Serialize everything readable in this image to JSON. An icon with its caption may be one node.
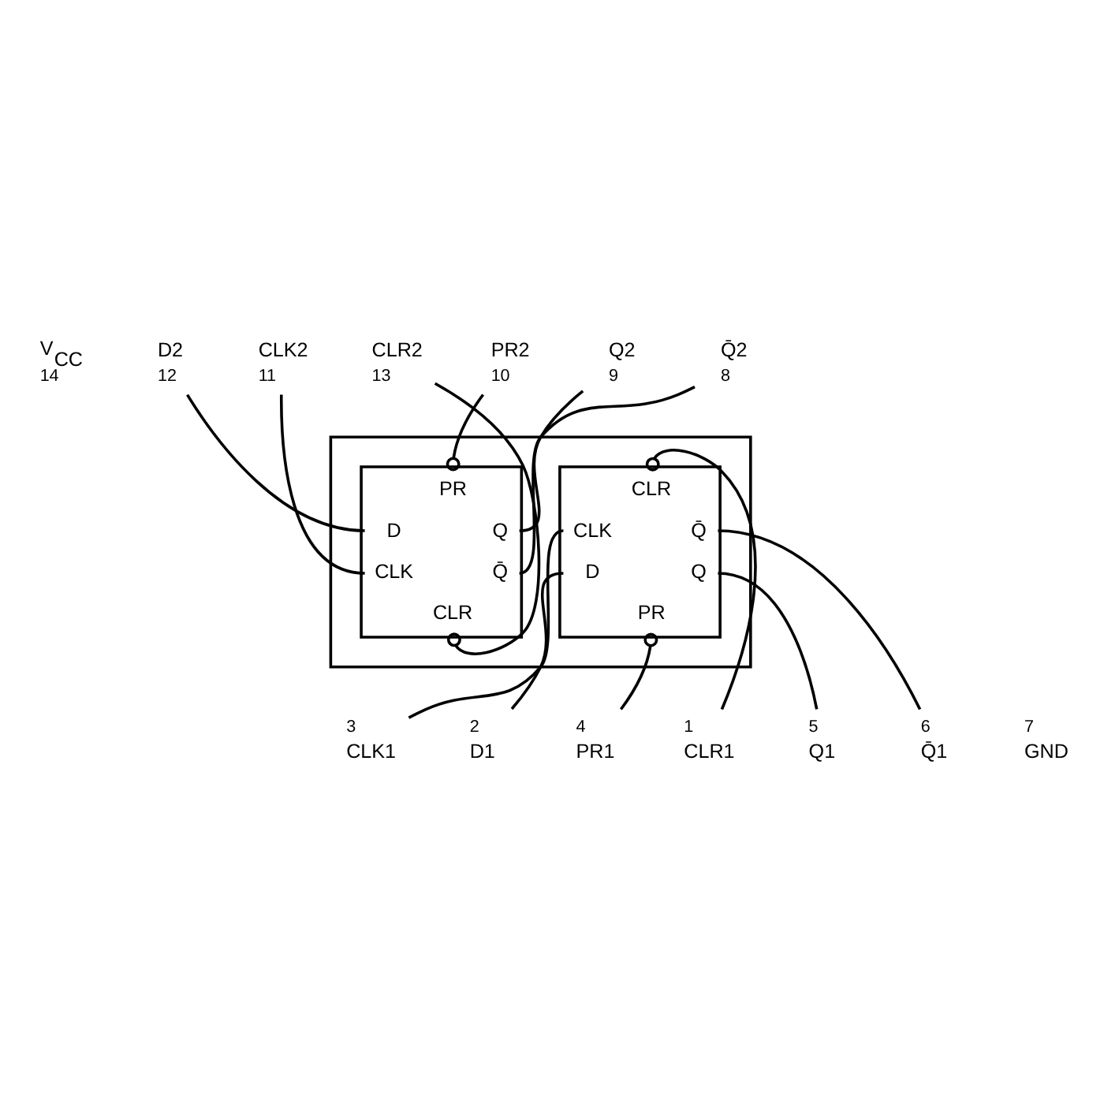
{
  "diagram": {
    "nodes": [
      {
        "text": [
          "V$_{CC}$"
        ],
        "beside": [
          "14"
        ]
      },
      {
        "text": [
          "CLR2"
        ],
        "beside": [
          "13"
        ]
      },
      {
        "text": [
          "D2"
        ],
        "beside": [
          "12"
        ]
      },
      {
        "text": [
          "CLK2"
        ],
        "beside": [
          "11"
        ]
      },
      {
        "text": [
          "PR2"
        ],
        "beside": [
          "10"
        ]
      },
      {
        "text": [
          "Q2"
        ],
        "beside": [
          "9"
        ]
      },
      {
        "text": [
          "Q̄2"
        ],
        "beside": [
          "8"
        ]
      },
      {
        "text": [],
        "shape": "box"
      },
      {
        "text": [
          "CLR",
          "CLK",
          "D",
          "Q̄",
          "Q",
          "PR"
        ],
        "in": 7
      },
      {
        "text": [
          "PR",
          "D",
          "Q",
          "CLK",
          "Q̄",
          "CLR"
        ],
        "in": 7
      },
      {
        "text": [
          "CLR1"
        ],
        "beside": [
          "1"
        ]
      },
      {
        "text": [
          "D1"
        ],
        "beside": [
          "2"
        ]
      },
      {
        "text": [
          "CLK1"
        ],
        "beside": [
          "3"
        ]
      },
      {
        "text": [
          "PR1"
        ],
        "beside": [
          "4"
        ]
      },
      {
        "text": [
          "Q1"
        ],
        "beside": [
          "5"
        ]
      },
      {
        "text": [
          "Q̄1"
        ],
        "beside": [
          "6"
        ]
      },
      {
        "text": [
          "GND"
        ],
        "beside": [
          "7"
        ]
      }
    ],
    "edges": [
      {
        "from": 1,
        "to": 9,
        "arrow": "other"
      },
      {
        "from": 2,
        "to": 9,
        "arrow": "none"
      },
      {
        "from": 3,
        "to": 9,
        "arrow": "none"
      },
      {
        "from": 4,
        "to": 9,
        "arrow": "other"
      },
      {
        "from": 5,
        "to": 9,
        "arrow": "none"
      },
      {
        "from": 6,
        "to": 9,
        "arrow": "none"
      },
      {
        "from": 8,
        "to": 10,
        "arrow": "other"
      },
      {
        "from": 8,
        "to": 11,
        "arrow": "none"
      },
      {
        "from": 8,
        "to": 12,
        "arrow": "none"
      },
      {
        "from": 8,
        "to": 13,
        "arrow": "other"
      },
      {
        "from": 8,
        "to": 14,
        "arrow": "none"
      },
      {
        "from": 8,
        "to": 15,
        "arrow": "none"
      }
    ]
  }
}
